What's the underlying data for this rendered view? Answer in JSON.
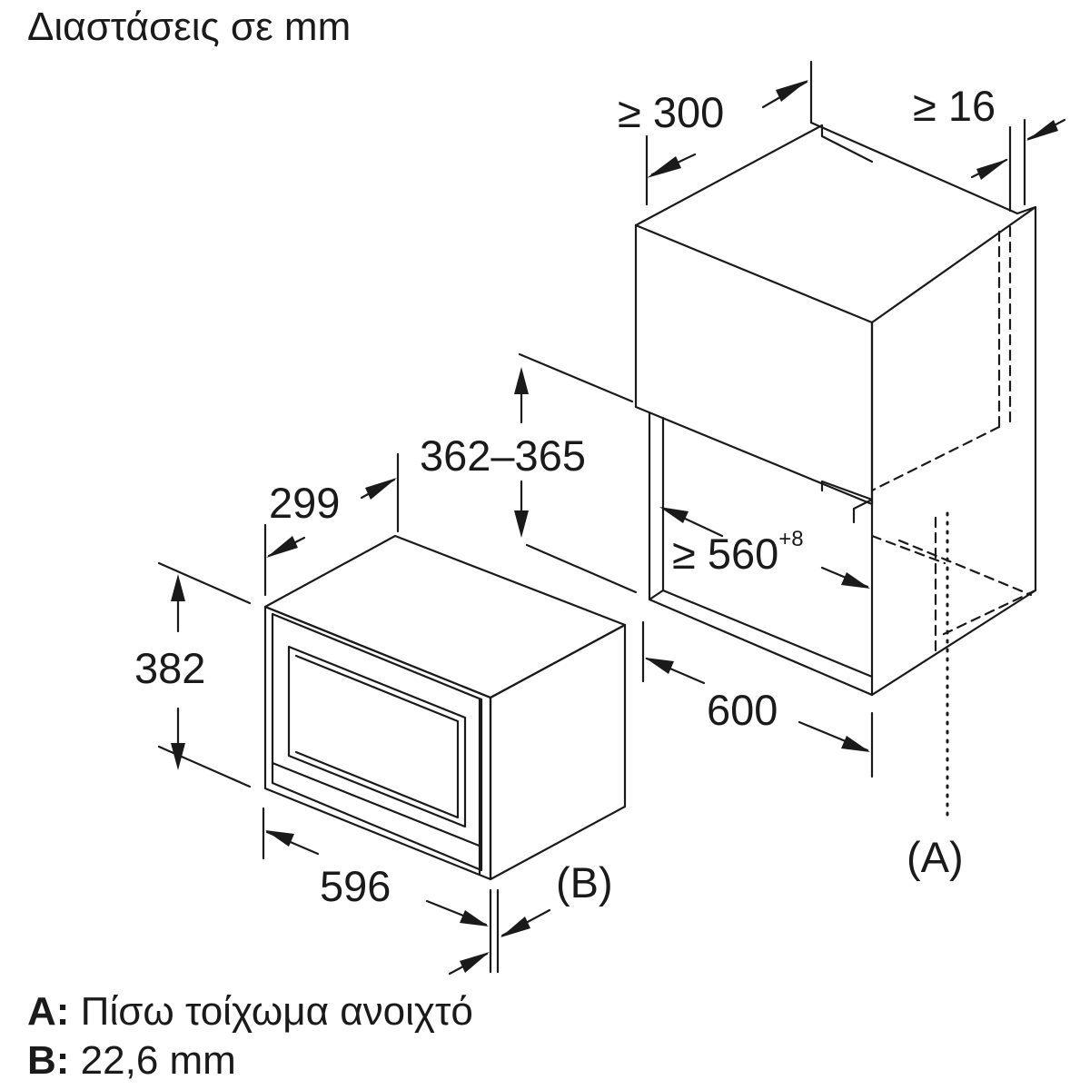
{
  "title": "Διαστάσεις σε mm",
  "dimensions": {
    "cabinet_depth": "≥ 300",
    "rear_gap": "≥ 16",
    "niche_height": "362–365",
    "niche_width": "≥ 560",
    "niche_width_tolerance": "+8",
    "cabinet_width": "600",
    "appliance_depth": "299",
    "appliance_height": "382",
    "appliance_width": "596"
  },
  "markers": {
    "a": "(A)",
    "b": "(B)"
  },
  "legend": [
    {
      "key": "A:",
      "text": "Πίσω τοίχωμα ανοιχτό"
    },
    {
      "key": "B:",
      "text": "22,6 mm"
    }
  ],
  "colors": {
    "line": "#1a1a1a",
    "background": "#ffffff"
  }
}
